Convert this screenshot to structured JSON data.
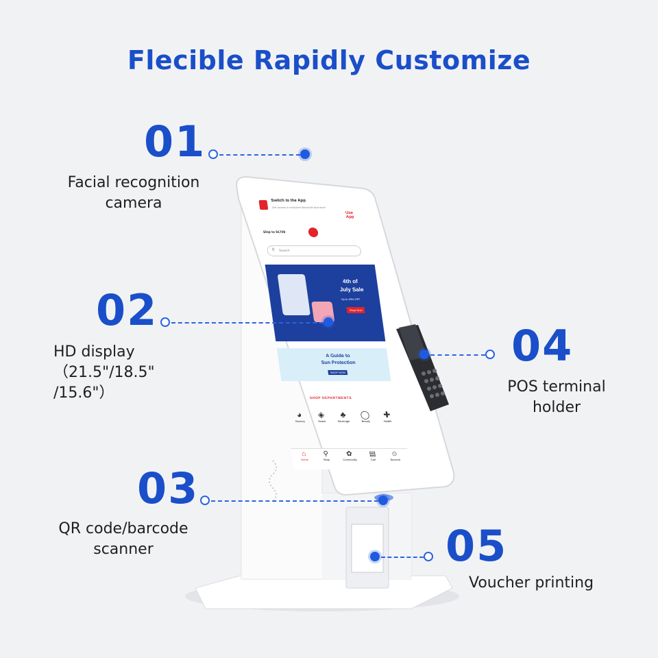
{
  "headline": "Flecible Rapidly Customize",
  "features": [
    {
      "number": "01",
      "label": "Facial recognition\ncamera"
    },
    {
      "number": "02",
      "label": "HD display\n（21.5\"/18.5\"\n/15.6\"）"
    },
    {
      "number": "03",
      "label": "QR code/barcode\nscanner"
    },
    {
      "number": "04",
      "label": "POS terminal\nholder"
    },
    {
      "number": "05",
      "label": "Voucher printing"
    }
  ],
  "screen": {
    "banner_title": "Switch to the App",
    "banner_sub": "Get access to exclusive discounts and more",
    "banner_action": "Use App",
    "ship_to": "Ship to 91709",
    "search_placeholder": "Search",
    "promo_line1": "4th of",
    "promo_line2": "July Sale",
    "promo_line3": "Up to 40% OFF",
    "promo_button": "Shop Now",
    "guide_line1": "A Guide to",
    "guide_line2": "Sun Protection",
    "guide_button": "SHOP NOW",
    "departments_title": "SHOP DEPARTMENTS",
    "departments": [
      "Grocery",
      "Snack",
      "Beverage",
      "Beauty",
      "Health"
    ],
    "nav": [
      "Home",
      "Shop",
      "Community",
      "Cart",
      "Account"
    ]
  },
  "colors": {
    "accent": "#1a4fc9",
    "brand_red": "#e3242b",
    "promo_blue": "#1d3f9e"
  }
}
